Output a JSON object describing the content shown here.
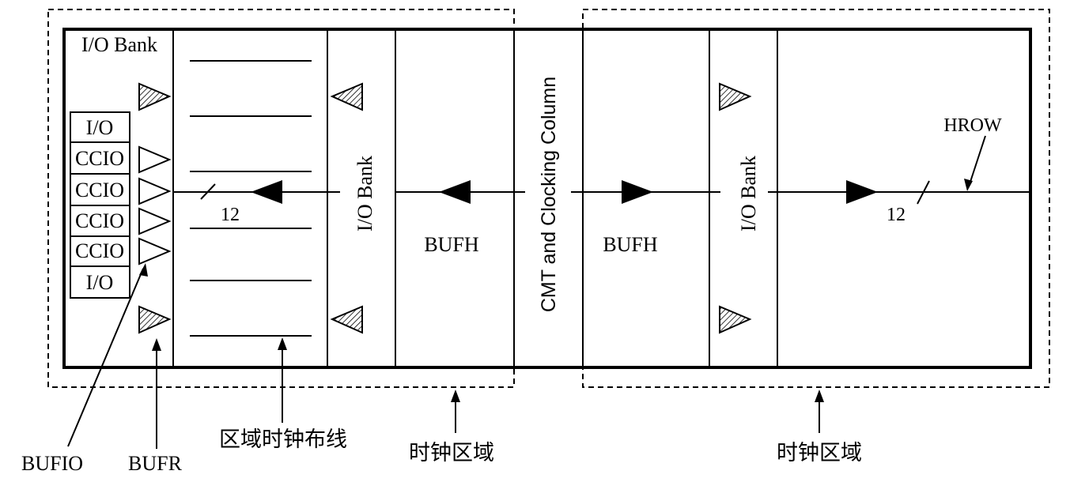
{
  "labels": {
    "io_bank_top": "I/O Bank",
    "io_bank_col_left": "I/O Bank",
    "io_bank_col_right": "I/O Bank",
    "bufh_left": "BUFH",
    "bufh_right": "BUFH",
    "cmt_column": "CMT and Clocking Column",
    "hrow": "HROW",
    "bus_width_left": "12",
    "bus_width_right": "12",
    "regional_routing": "区域时钟布线",
    "clock_region_left": "时钟区域",
    "clock_region_right": "时钟区域",
    "bufio": "BUFIO",
    "bufr": "BUFR"
  },
  "io_cells": [
    "I/O",
    "CCIO",
    "CCIO",
    "CCIO",
    "CCIO",
    "I/O"
  ],
  "colors": {
    "line": "#000000",
    "background": "#ffffff",
    "hatch": "#000000"
  }
}
